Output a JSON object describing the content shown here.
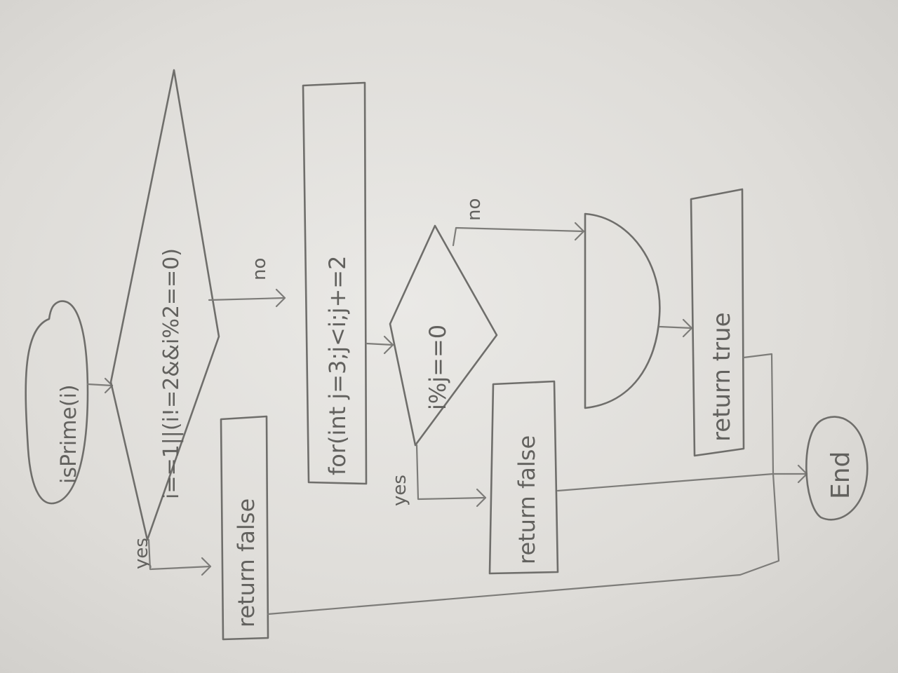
{
  "flowchart": {
    "start": "isPrime(i)",
    "decision_1": "i==1||(i!=2&&i%2==0)",
    "branch_yes_1": "yes",
    "branch_no_1": "no",
    "return_false_1": "return false",
    "loop": "for(int j=3;j<i;j+=2",
    "decision_2": "i%j==0",
    "branch_yes_2": "yes",
    "branch_no_2": "no",
    "return_false_2": "return false",
    "return_true": "return true",
    "end": "End"
  }
}
